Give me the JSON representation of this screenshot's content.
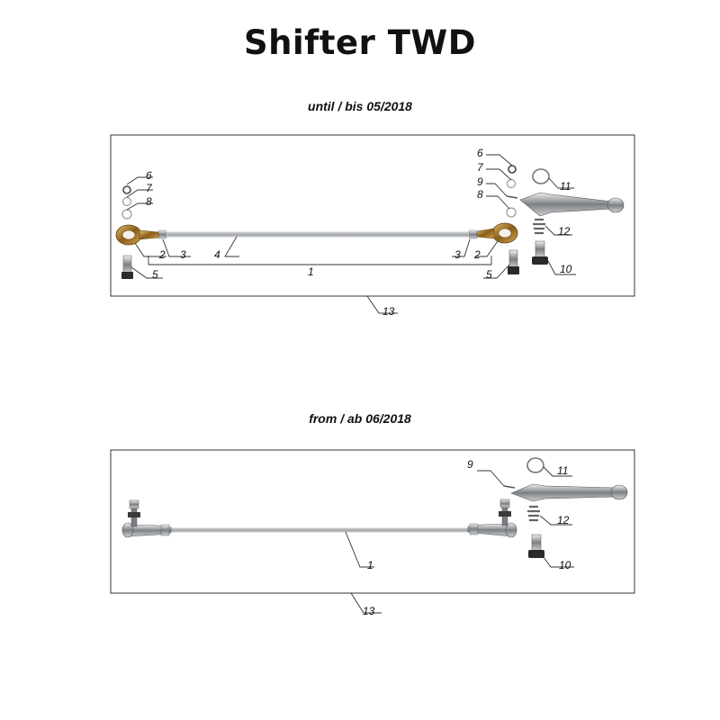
{
  "title": "Shifter TWD",
  "sections": [
    {
      "heading": "until / bis 05/2018",
      "callouts": [
        "6",
        "7",
        "8",
        "2",
        "3",
        "4",
        "1",
        "3",
        "2",
        "5",
        "5",
        "6",
        "7",
        "9",
        "8",
        "11",
        "12",
        "10",
        "13"
      ]
    },
    {
      "heading": "from / ab 06/2018",
      "callouts": [
        "9",
        "11",
        "12",
        "1",
        "10",
        "13"
      ]
    }
  ],
  "colors": {
    "frame": "#333333",
    "rod": "#b8bcc0",
    "brass": "#b8892e",
    "steel": "#8a8e92",
    "dark": "#2a2a2a"
  }
}
